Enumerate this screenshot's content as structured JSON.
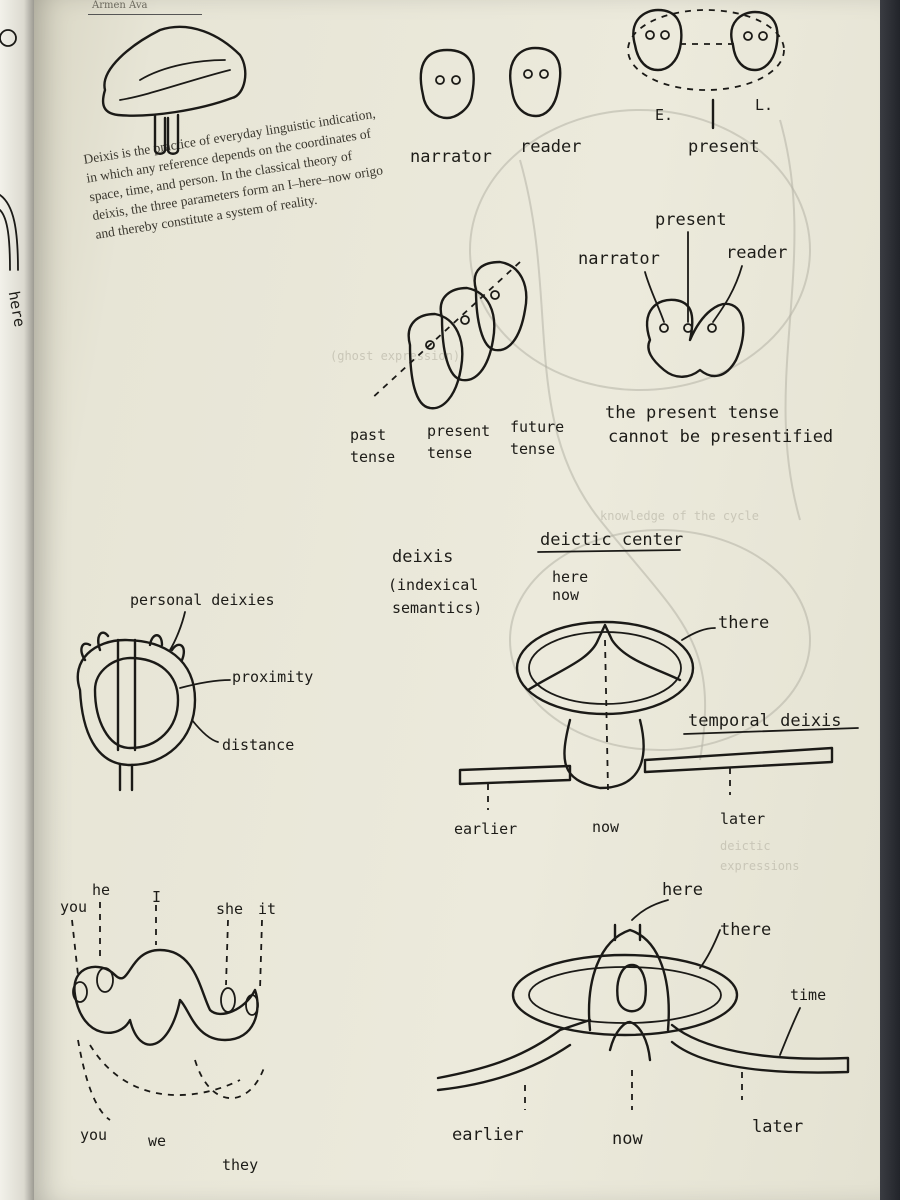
{
  "header": {
    "author": "Armen Ava"
  },
  "paragraph": {
    "text": "Deixis is the practice of everyday linguistic indication, in which any reference depends on the coordinates of space, time, and person. In the classical theory of deixis, the three parameters form an I–here–now origo and thereby constitute a system of reality."
  },
  "margin_left": {
    "here_label": "here"
  },
  "figure_heads": {
    "narrator": "narrator",
    "reader": "reader"
  },
  "figure_present": {
    "e_label": "E.",
    "l_label": "L.",
    "present": "present"
  },
  "figure_tenses": {
    "past": "past\ntense",
    "present": "present\ntense",
    "future": "future\ntense"
  },
  "figure_presentified": {
    "present": "present",
    "narrator": "narrator",
    "reader": "reader",
    "caption_line1": "the present tense",
    "caption_line2": "cannot be presentified"
  },
  "figure_deictic_center": {
    "deixis": "deixis",
    "indexical": "(indexical",
    "semantics": "semantics)",
    "deictic_center": "deictic center",
    "here": "here",
    "now_top": "now",
    "there": "there",
    "temporal_deixis": "temporal deixis",
    "earlier": "earlier",
    "now": "now",
    "later": "later"
  },
  "figure_personal": {
    "personal_deixies": "personal deixies",
    "proximity": "proximity",
    "distance": "distance"
  },
  "figure_pronouns": {
    "you_top": "you",
    "he": "he",
    "i": "I",
    "she": "she",
    "it": "it",
    "you_bottom": "you",
    "we": "we",
    "they": "they"
  },
  "figure_time": {
    "here": "here",
    "there": "there",
    "time": "time",
    "earlier": "earlier",
    "now": "now",
    "later": "later"
  }
}
